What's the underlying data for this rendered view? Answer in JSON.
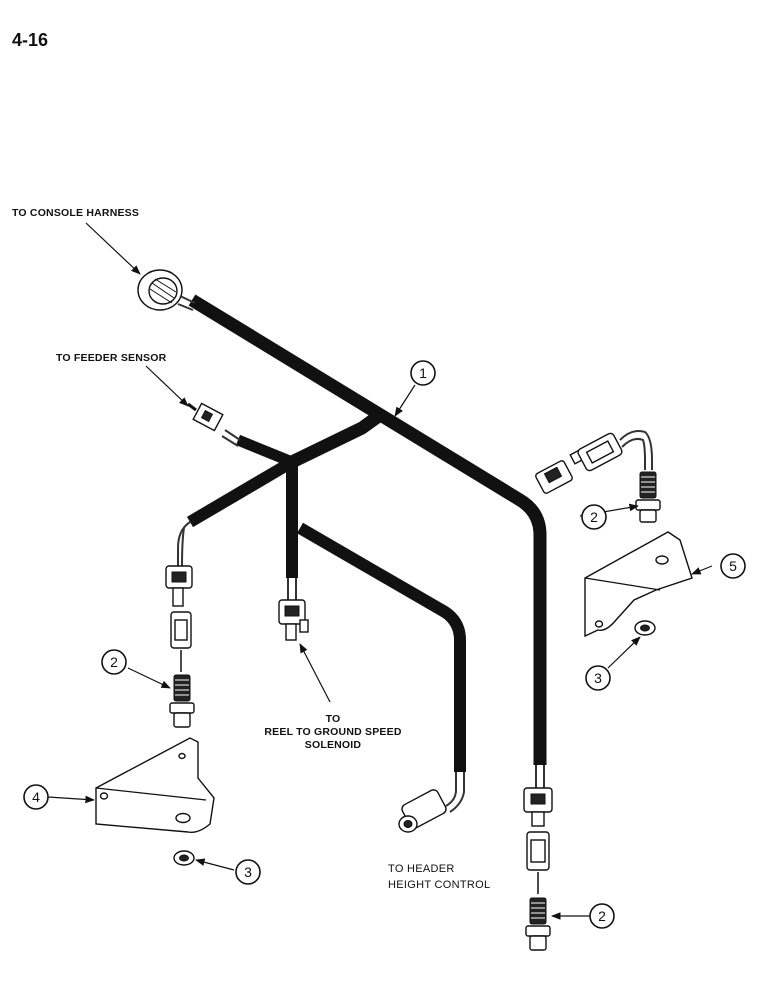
{
  "page_number": "4-16",
  "labels": {
    "console_harness": "TO CONSOLE HARNESS",
    "feeder_sensor": "TO FEEDER SENSOR",
    "reel_line1": "TO",
    "reel_line2": "REEL TO GROUND SPEED",
    "reel_line3": "SOLENOID",
    "header_line1": "TO HEADER",
    "header_line2": "HEIGHT CONTROL"
  },
  "callouts": {
    "harness": "1",
    "sensor_right": "2",
    "sensor_left": "2",
    "sensor_bottom": "2",
    "washer_right": "3",
    "washer_left": "3",
    "bracket_left": "4",
    "bracket_right": "5"
  }
}
